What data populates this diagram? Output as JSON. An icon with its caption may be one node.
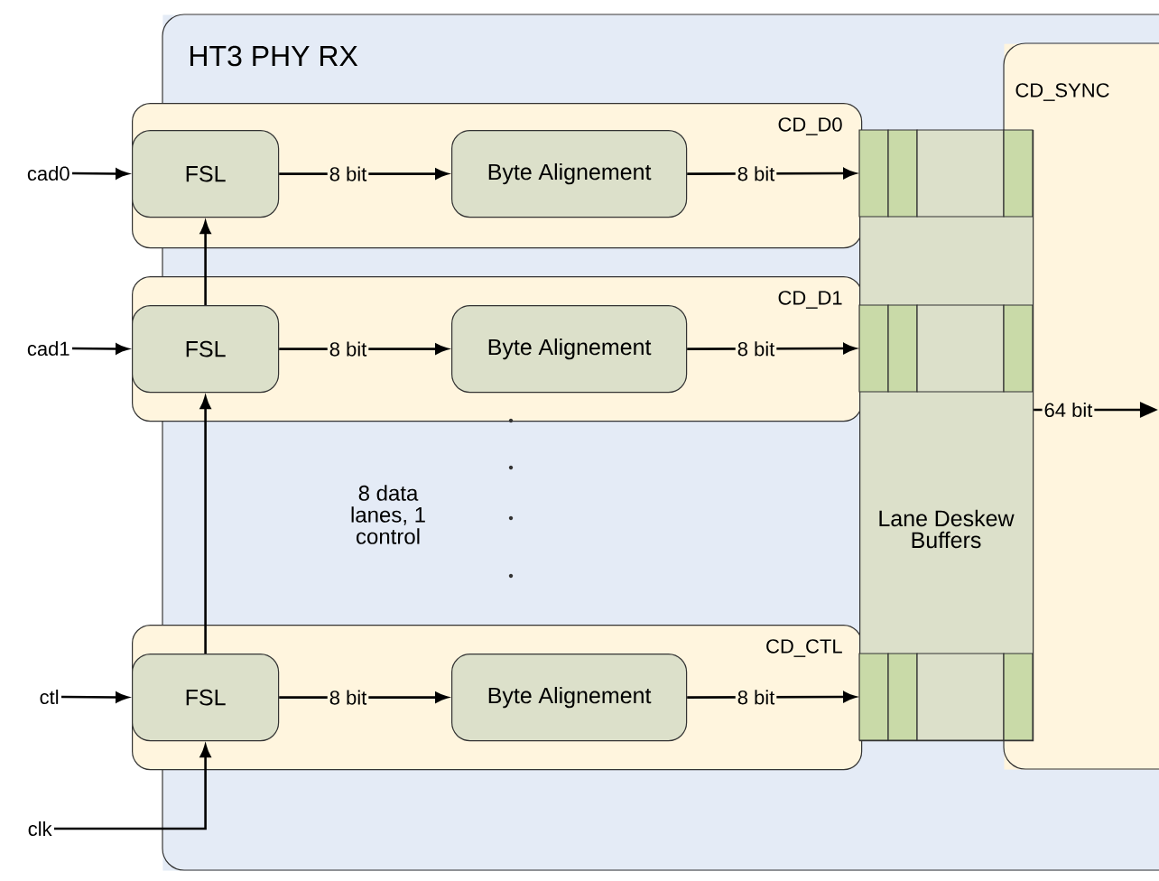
{
  "diagram": {
    "nodes": [
      {
        "text": [
          "HT3 PHY RX"
        ]
      },
      {
        "text": [
          "CD_D0"
        ],
        "in": 0
      },
      {
        "text": [
          "FSL"
        ],
        "in": 1
      },
      {
        "text": [
          "Byte Alignement"
        ],
        "in": 1
      },
      {
        "text": [
          "CD_D1"
        ],
        "in": 0
      },
      {
        "text": [
          "FSL"
        ],
        "in": 4
      },
      {
        "text": [
          "Byte Alignement"
        ],
        "in": 4
      },
      {
        "text": [
          "CD_CTL"
        ],
        "in": 0
      },
      {
        "text": [
          "FSL"
        ],
        "in": 7
      },
      {
        "text": [
          "Byte Alignement"
        ],
        "in": 7
      },
      {
        "text": [
          "CD_SYNC"
        ],
        "in": 0
      },
      {
        "text": [
          "Lane Deskew Buffers"
        ],
        "in": 0
      },
      {
        "text": [
          "cad0"
        ]
      },
      {
        "text": [
          "cad1"
        ]
      },
      {
        "text": [
          "ctl"
        ]
      },
      {
        "text": [
          "clk"
        ]
      }
    ],
    "edges": [
      {
        "from": 12,
        "to": 2,
        "arrow": "to"
      },
      {
        "from": 2,
        "to": 3,
        "arrow": "to",
        "label": "8 bit"
      },
      {
        "from": 3,
        "to": 11,
        "arrow": "to",
        "label": "8 bit"
      },
      {
        "from": 13,
        "to": 5,
        "arrow": "to"
      },
      {
        "from": 5,
        "to": 6,
        "arrow": "to",
        "label": "8 bit"
      },
      {
        "from": 6,
        "to": 11,
        "arrow": "to",
        "label": "8 bit"
      },
      {
        "from": 5,
        "to": 2,
        "arrow": "to"
      },
      {
        "from": 14,
        "to": 8,
        "arrow": "to"
      },
      {
        "from": 8,
        "to": 9,
        "arrow": "to",
        "label": "8 bit"
      },
      {
        "from": 9,
        "to": 11,
        "arrow": "to",
        "label": "8 bit"
      },
      {
        "from": 8,
        "to": 5,
        "arrow": "to"
      },
      {
        "from": 15,
        "to": 8,
        "arrow": "to"
      },
      {
        "from": 11,
        "to": 10,
        "arrow": "to",
        "label": "64 bit"
      }
    ],
    "labels": [
      "8 data lanes, 1 control"
    ]
  }
}
